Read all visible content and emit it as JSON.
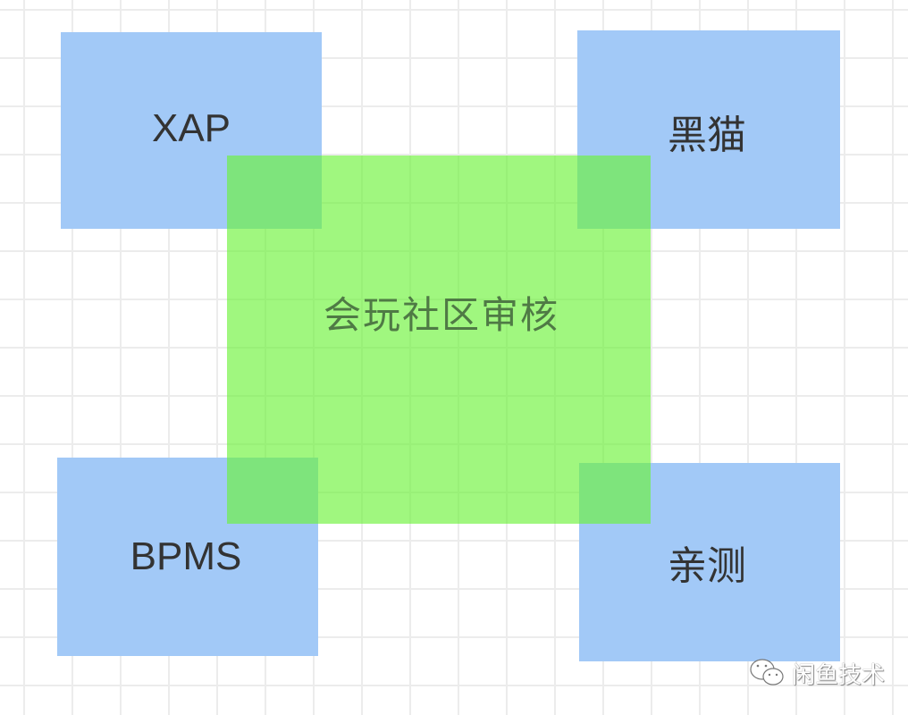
{
  "nodes": {
    "top_left": "XAP",
    "top_right": "黑猫",
    "bottom_left": "BPMS",
    "bottom_right": "亲测",
    "center": "会玩社区审核"
  },
  "watermark": {
    "text": "闲鱼技术",
    "icon": "wechat-icon"
  },
  "colors": {
    "node": "#a2c9f7",
    "center": "#a0f77f",
    "grid": "#ececec"
  }
}
